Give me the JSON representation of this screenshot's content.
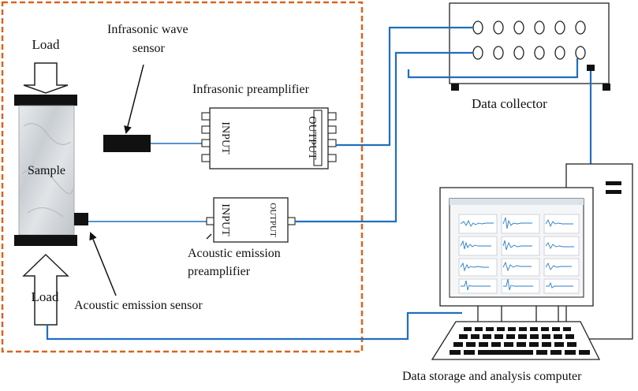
{
  "labels": {
    "load_top": "Load",
    "load_bottom": "Load",
    "sample": "Sample",
    "infrasonic_sensor_line1": "Infrasonic wave",
    "infrasonic_sensor_line2": "sensor",
    "infrasonic_preamp": "Infrasonic preamplifier",
    "input": "INPUT",
    "output": "OUTPUT",
    "ae_input": "INPUT",
    "ae_output": "OUTPUT",
    "ae_preamp_line1": "Acoustic emission",
    "ae_preamp_line2": "preamplifier",
    "ae_sensor": "Acoustic emission sensor",
    "data_collector": "Data collector",
    "computer": "Data storage and analysis computer"
  },
  "colors": {
    "dashed_box": "#d9641e",
    "cable": "#1f6fbf",
    "device_stroke": "#222222",
    "screen_trace": "#2a7fc9"
  },
  "icons": {
    "load_arrow": "down-arrow-icon",
    "keyboard": "keyboard-icon",
    "monitor": "monitor-icon",
    "tower": "computer-tower-icon"
  }
}
